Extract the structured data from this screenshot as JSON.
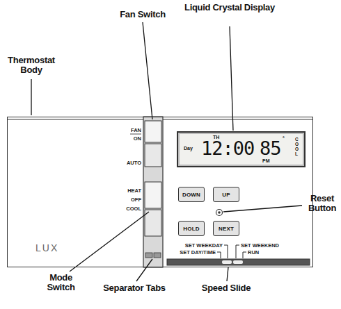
{
  "diagram": {
    "nodes": [
      {
        "text": [
          "LUX"
        ]
      },
      {
        "text": [
          "TH",
          "Day",
          "12:00",
          "85",
          "°",
          "PM",
          "COOL"
        ],
        "in": 0
      },
      {
        "text": [
          "DOWN"
        ],
        "in": 0
      },
      {
        "text": [
          "UP"
        ],
        "in": 0
      },
      {
        "text": [
          "HOLD"
        ],
        "in": 0
      },
      {
        "text": [
          "NEXT"
        ],
        "in": 0
      }
    ],
    "labels": [
      "Thermostat Body",
      "Fan Switch",
      "Liquid Crystal Display",
      "Reset Button",
      "Mode Switch",
      "Separator Tabs",
      "Speed Slide",
      "FAN",
      "ON",
      "AUTO",
      "HEAT",
      "OFF",
      "COOL",
      "SET WEEKDAY",
      "SET DAY/TIME",
      "SET WEEKEND",
      "RUN"
    ]
  }
}
